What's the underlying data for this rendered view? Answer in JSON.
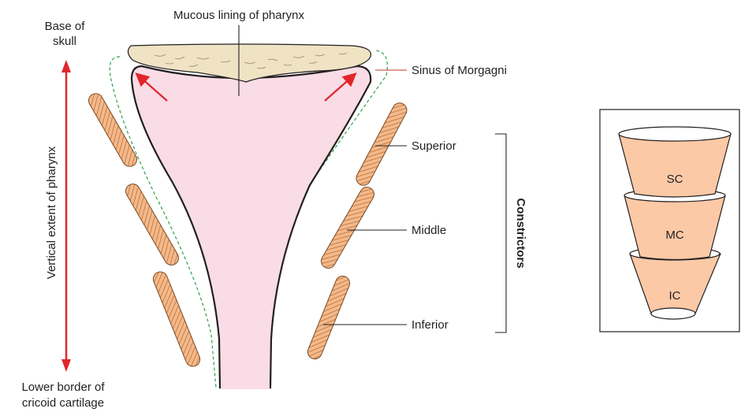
{
  "labels": {
    "base_of_skull_l1": "Base of",
    "base_of_skull_l2": "skull",
    "mucous_lining": "Mucous lining of pharynx",
    "sinus": "Sinus of Morgagni",
    "superior": "Superior",
    "middle": "Middle",
    "inferior": "Inferior",
    "constrictors": "Constrictors",
    "vertical_extent": "Vertical extent of pharynx",
    "lower_border_l1": "Lower border of",
    "lower_border_l2": "cricoid cartilage"
  },
  "inset": {
    "sc": "SC",
    "mc": "MC",
    "ic": "IC"
  },
  "colors": {
    "pharynx_fill": "#f9dce6",
    "muscle_fill": "#f4b98a",
    "muscle_hatch": "#b8703a",
    "skull_fill": "#efe3c4",
    "arrow_red": "#e0262a",
    "dashed_green": "#2aa34a",
    "cup_fill": "#fbc9a6"
  },
  "icons": {
    "vertical_arrow": "double-headed-arrow-icon",
    "expansion_arrows": "red-arrow-icon"
  }
}
